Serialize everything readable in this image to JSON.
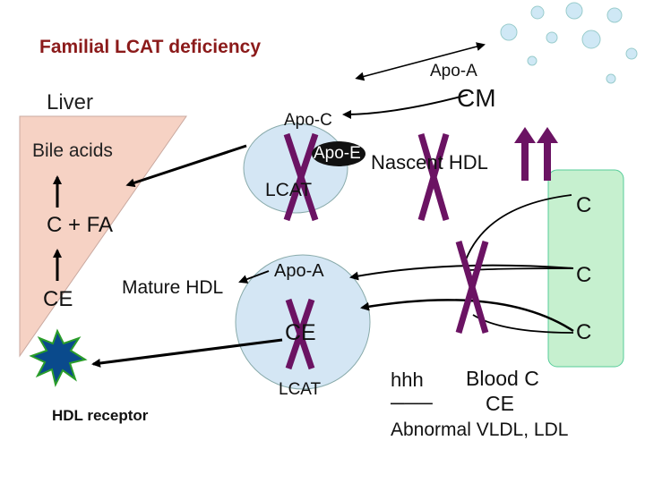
{
  "title": "Familial LCAT deficiency",
  "liver_label": "Liver",
  "bile_acids": "Bile acids",
  "c_fa": "C + FA",
  "ce_left": "CE",
  "mature_hdl": "Mature HDL",
  "hdl_receptor": "HDL receptor",
  "apo_a_top": "Apo-A",
  "cm": "CM",
  "apo_c": "Apo-C",
  "apo_e": "Apo-E",
  "nascent_hdl": "Nascent  HDL",
  "lcat_upper": "LCAT",
  "apo_a_mid": "Apo-A",
  "ce_mid": "CE",
  "lcat_lower": "LCAT",
  "cell_c1": "C",
  "cell_c2": "C",
  "cell_c3": "C",
  "blood_c_symbols": "hhh",
  "blood_c": "Blood C",
  "ce_symbols": "───",
  "ce_right": "CE",
  "abnormal": "Abnormal VLDL, LDL",
  "colors": {
    "title": "#8b1a1a",
    "liver_fill": "#f6d2c4",
    "hdl_fill": "#d4e6f4",
    "cell_fill": "#c6f0cf",
    "cross": "#6b1363",
    "star": "#0a4a8c"
  }
}
